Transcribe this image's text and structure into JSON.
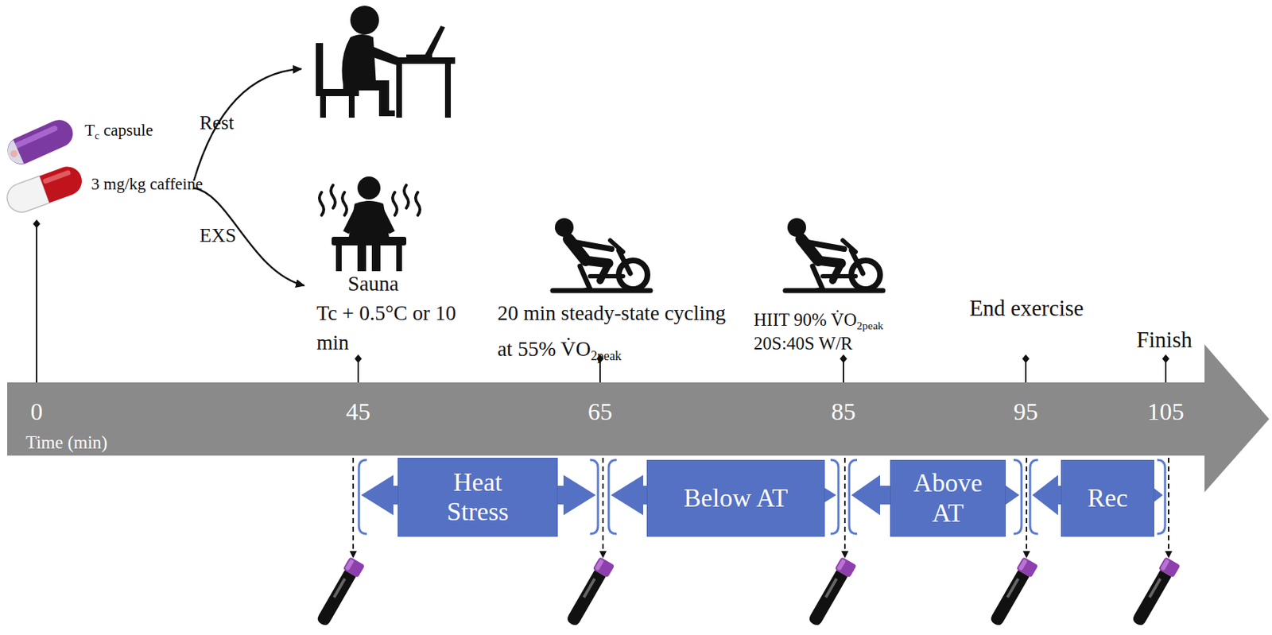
{
  "diagram": {
    "nodes": [
      {
        "text": [
          "0",
          "Time (min)",
          "45",
          "65",
          "85",
          "95",
          "105"
        ]
      },
      {
        "text": [
          "Heat Stress"
        ]
      },
      {
        "text": [
          "Below AT"
        ]
      },
      {
        "text": [
          "Above AT"
        ]
      },
      {
        "text": [
          "Rec"
        ]
      }
    ],
    "labels": [
      "Rest",
      "EXS",
      "T",
      "c",
      "capsule",
      "3 mg/kg caffeine",
      "Sauna",
      "Tc + 0.5°C or 10 min",
      "20 min steady-state cycling at 55% V̇O",
      "2peak",
      "HIIT 90% V̇O",
      "2peak",
      "20S:40S W/R",
      "End exercise",
      "Finish"
    ]
  }
}
